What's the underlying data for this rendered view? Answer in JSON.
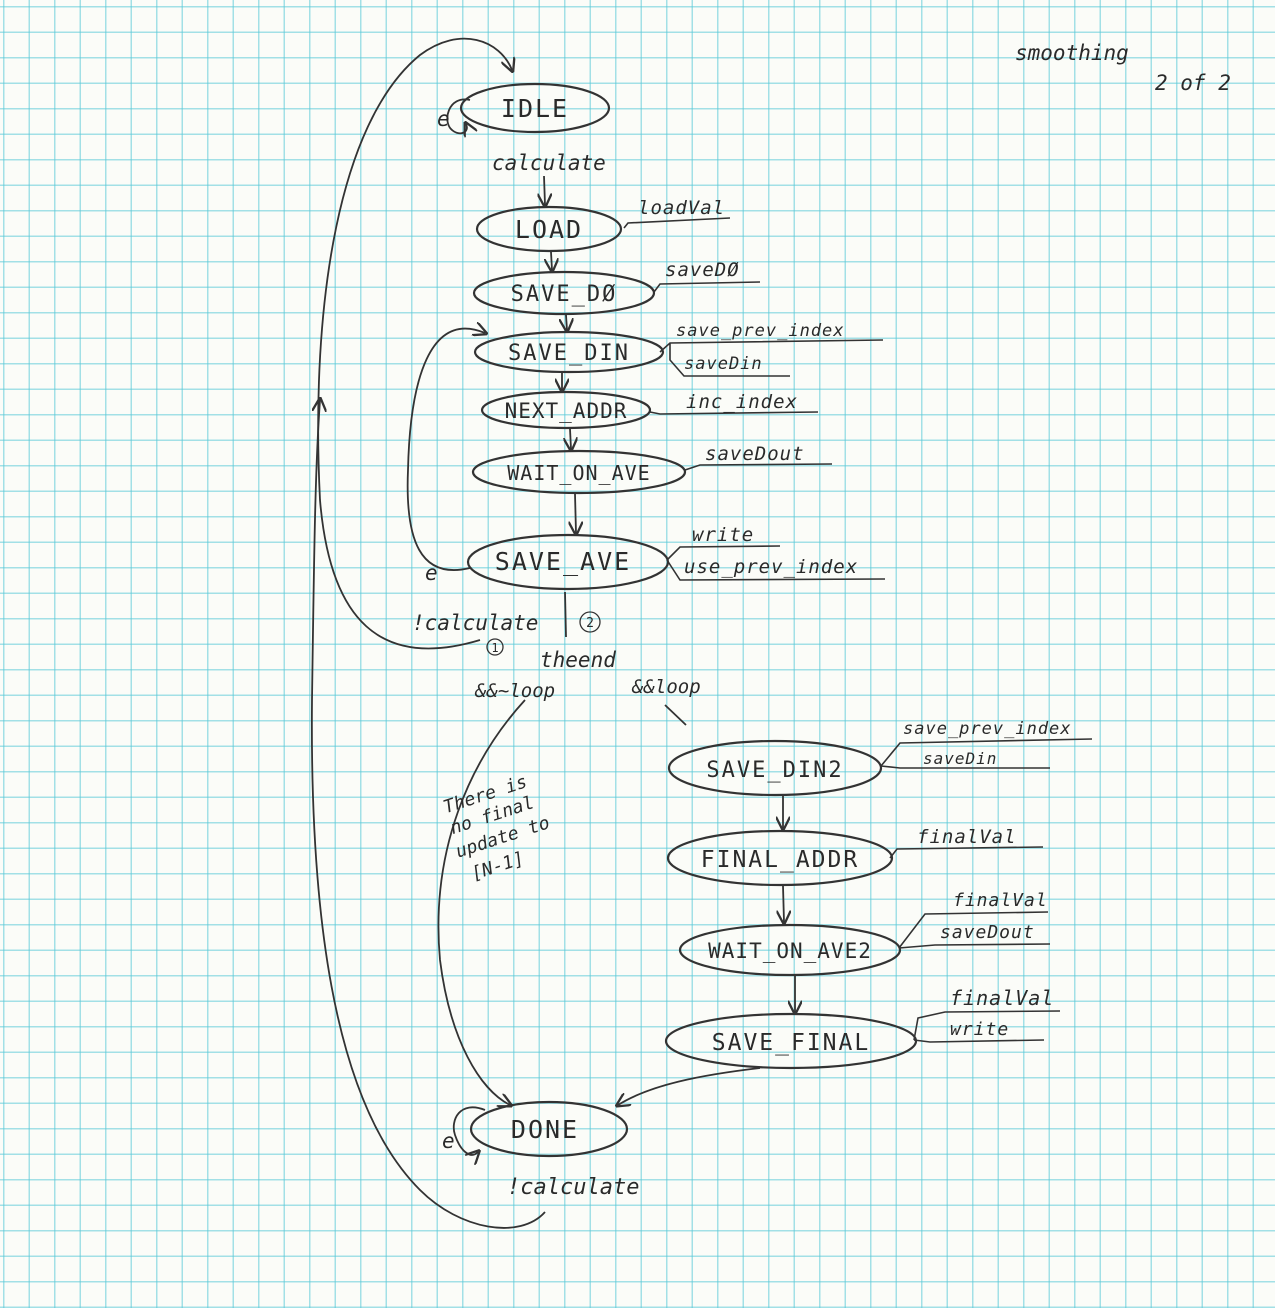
{
  "header": {
    "title": "smoothing",
    "page": "2 of 2"
  },
  "states": {
    "idle": "IDLE",
    "load": "LOAD",
    "save_d0": "SAVE_DØ",
    "save_din": "SAVE_DIN",
    "next_addr": "NEXT_ADDR",
    "wait_on_ave": "WAIT_ON_AVE",
    "save_ave": "SAVE_AVE",
    "save_din2": "SAVE_DIN2",
    "final_addr": "FINAL_ADDR",
    "wait_on_ave2": "WAIT_ON_AVE2",
    "save_final": "SAVE_FINAL",
    "done": "DONE"
  },
  "outputs": {
    "load": [
      "loadVal"
    ],
    "save_d0": [
      "saveDØ"
    ],
    "save_din": [
      "save_prev_index",
      "saveDin"
    ],
    "next_addr": [
      "inc_index"
    ],
    "wait_on_ave": [
      "saveDout"
    ],
    "save_ave": [
      "write",
      "use_prev_index"
    ],
    "save_din2": [
      "save_prev_index",
      "saveDin"
    ],
    "final_addr": [
      "finalVal"
    ],
    "wait_on_ave2": [
      "finalVal",
      "saveDout"
    ],
    "save_final": [
      "finalVal",
      "write"
    ]
  },
  "transitions": {
    "idle_self": "e",
    "idle_to_load": "calculate",
    "save_ave_self": "e",
    "save_ave_to_idle": "!calculate",
    "marker1": "1",
    "marker2": "2",
    "theend": "theend",
    "nloop": "&&~loop",
    "loop": "&&loop",
    "done_self": "e",
    "done_to_idle": "!calculate"
  },
  "note": [
    "There is",
    "no final",
    "update to",
    "[N-1]"
  ]
}
